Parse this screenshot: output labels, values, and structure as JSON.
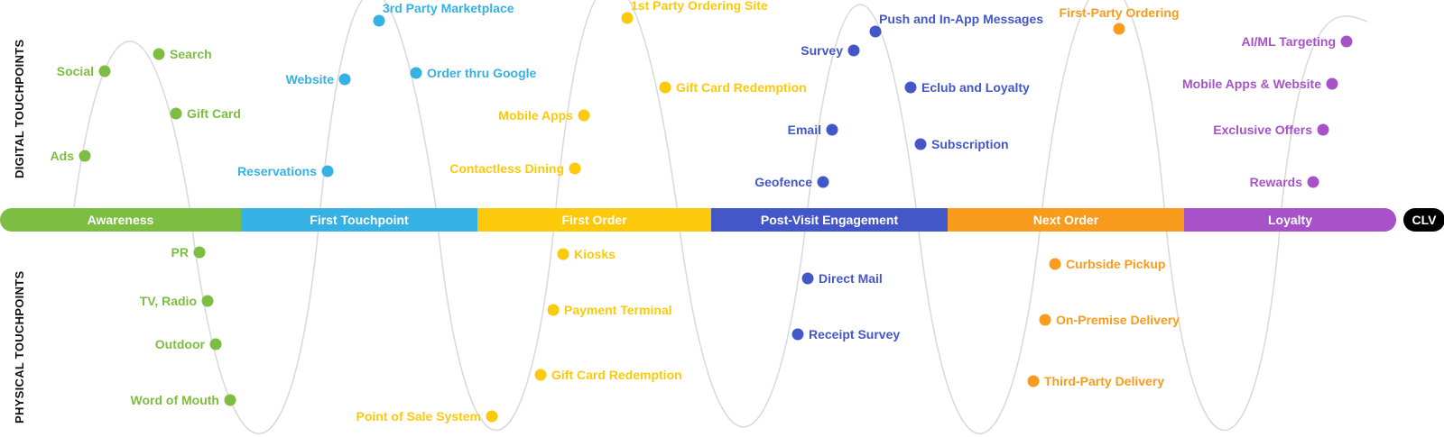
{
  "labels": {
    "digital": "DIGITAL TOUCHPOINTS",
    "physical": "PHYSICAL TOUCHPOINTS",
    "end": "CLV"
  },
  "colors": {
    "awareness": "#7cbd42",
    "first_touchpoint": "#35b1e4",
    "first_order": "#fdc90b",
    "post_visit": "#4357c9",
    "next_order": "#f99b1d",
    "loyalty": "#a852c9",
    "curve": "#d9d9d9",
    "clv_bg": "#000000"
  },
  "stages": [
    {
      "id": "awareness",
      "name": "Awareness",
      "color": "#7cbd42"
    },
    {
      "id": "first-touchpoint",
      "name": "First Touchpoint",
      "color": "#35b1e4"
    },
    {
      "id": "first-order",
      "name": "First Order",
      "color": "#fdc90b"
    },
    {
      "id": "post-visit-engagement",
      "name": "Post-Visit Engagement",
      "color": "#4357c9"
    },
    {
      "id": "next-order",
      "name": "Next Order",
      "color": "#f99b1d"
    },
    {
      "id": "loyalty",
      "name": "Loyalty",
      "color": "#a852c9"
    }
  ],
  "touchpoints": [
    {
      "stage": 0,
      "group": "digital",
      "label": "Social"
    },
    {
      "stage": 0,
      "group": "digital",
      "label": "Search"
    },
    {
      "stage": 0,
      "group": "digital",
      "label": "Gift Card"
    },
    {
      "stage": 0,
      "group": "digital",
      "label": "Ads"
    },
    {
      "stage": 0,
      "group": "physical",
      "label": "PR"
    },
    {
      "stage": 0,
      "group": "physical",
      "label": "TV, Radio"
    },
    {
      "stage": 0,
      "group": "physical",
      "label": "Outdoor"
    },
    {
      "stage": 0,
      "group": "physical",
      "label": "Word of Mouth"
    },
    {
      "stage": 1,
      "group": "digital",
      "label": "3rd Party Marketplace"
    },
    {
      "stage": 1,
      "group": "digital",
      "label": "Website"
    },
    {
      "stage": 1,
      "group": "digital",
      "label": "Order thru Google"
    },
    {
      "stage": 1,
      "group": "digital",
      "label": "Reservations"
    },
    {
      "stage": 2,
      "group": "digital",
      "label": "1st Party Ordering Site"
    },
    {
      "stage": 2,
      "group": "digital",
      "label": "Gift Card Redemption"
    },
    {
      "stage": 2,
      "group": "digital",
      "label": "Mobile Apps"
    },
    {
      "stage": 2,
      "group": "digital",
      "label": "Contactless Dining"
    },
    {
      "stage": 2,
      "group": "physical",
      "label": "Kiosks"
    },
    {
      "stage": 2,
      "group": "physical",
      "label": "Payment Terminal"
    },
    {
      "stage": 2,
      "group": "physical",
      "label": "Gift Card Redemption"
    },
    {
      "stage": 2,
      "group": "physical",
      "label": "Point of Sale System"
    },
    {
      "stage": 3,
      "group": "digital",
      "label": "Push and In-App Messages"
    },
    {
      "stage": 3,
      "group": "digital",
      "label": "Survey"
    },
    {
      "stage": 3,
      "group": "digital",
      "label": "Eclub and Loyalty"
    },
    {
      "stage": 3,
      "group": "digital",
      "label": "Email"
    },
    {
      "stage": 3,
      "group": "digital",
      "label": "Subscription"
    },
    {
      "stage": 3,
      "group": "digital",
      "label": "Geofence"
    },
    {
      "stage": 3,
      "group": "physical",
      "label": "Direct Mail"
    },
    {
      "stage": 3,
      "group": "physical",
      "label": "Receipt Survey"
    },
    {
      "stage": 4,
      "group": "digital",
      "label": "First-Party Ordering"
    },
    {
      "stage": 4,
      "group": "physical",
      "label": "Curbside Pickup"
    },
    {
      "stage": 4,
      "group": "physical",
      "label": "On-Premise Delivery"
    },
    {
      "stage": 4,
      "group": "physical",
      "label": "Third-Party Delivery"
    },
    {
      "stage": 5,
      "group": "digital",
      "label": "AI/ML Targeting"
    },
    {
      "stage": 5,
      "group": "digital",
      "label": "Mobile Apps & Website"
    },
    {
      "stage": 5,
      "group": "digital",
      "label": "Exclusive Offers"
    },
    {
      "stage": 5,
      "group": "digital",
      "label": "Rewards"
    }
  ]
}
